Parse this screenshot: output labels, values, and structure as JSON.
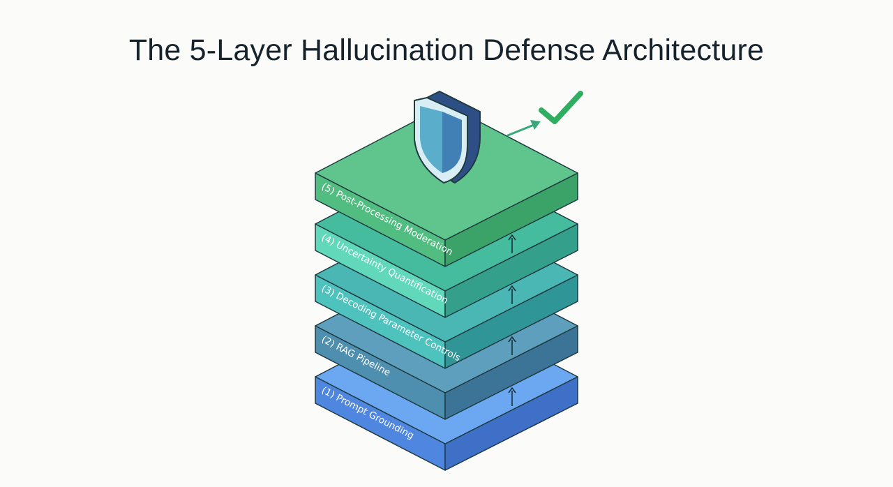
{
  "title": "The 5-Layer Hallucination Defense Architecture",
  "layers": [
    {
      "id": 1,
      "label": "(1) Prompt Grounding",
      "top": "#6ca8f2",
      "front": "#4f86df",
      "side": "#3d70c6"
    },
    {
      "id": 2,
      "label": "(2) RAG Pipeline",
      "top": "#5d9fbd",
      "front": "#4e8fb0",
      "side": "#3b7497"
    },
    {
      "id": 3,
      "label": "(3) Decoding Parameter Controls",
      "top": "#4ab7b4",
      "front": "#4ec2bd",
      "side": "#2f9597"
    },
    {
      "id": 4,
      "label": "(4) Uncertainty Quantification",
      "top": "#45bc9e",
      "front": "#62d8bb",
      "side": "#34a08b"
    },
    {
      "id": 5,
      "label": "(5) Post-Processing Moderation",
      "top": "#5fc58c",
      "front": "#52bd80",
      "side": "#3ba268"
    }
  ],
  "icons": {
    "shield": "shield-icon",
    "check": "checkmark-icon",
    "arrow": "arrow-up-icon"
  },
  "colors": {
    "check": "#2fae62",
    "shield_light": "#5aaecb",
    "shield_dark": "#4080b5",
    "outline": "#1f3b40"
  }
}
